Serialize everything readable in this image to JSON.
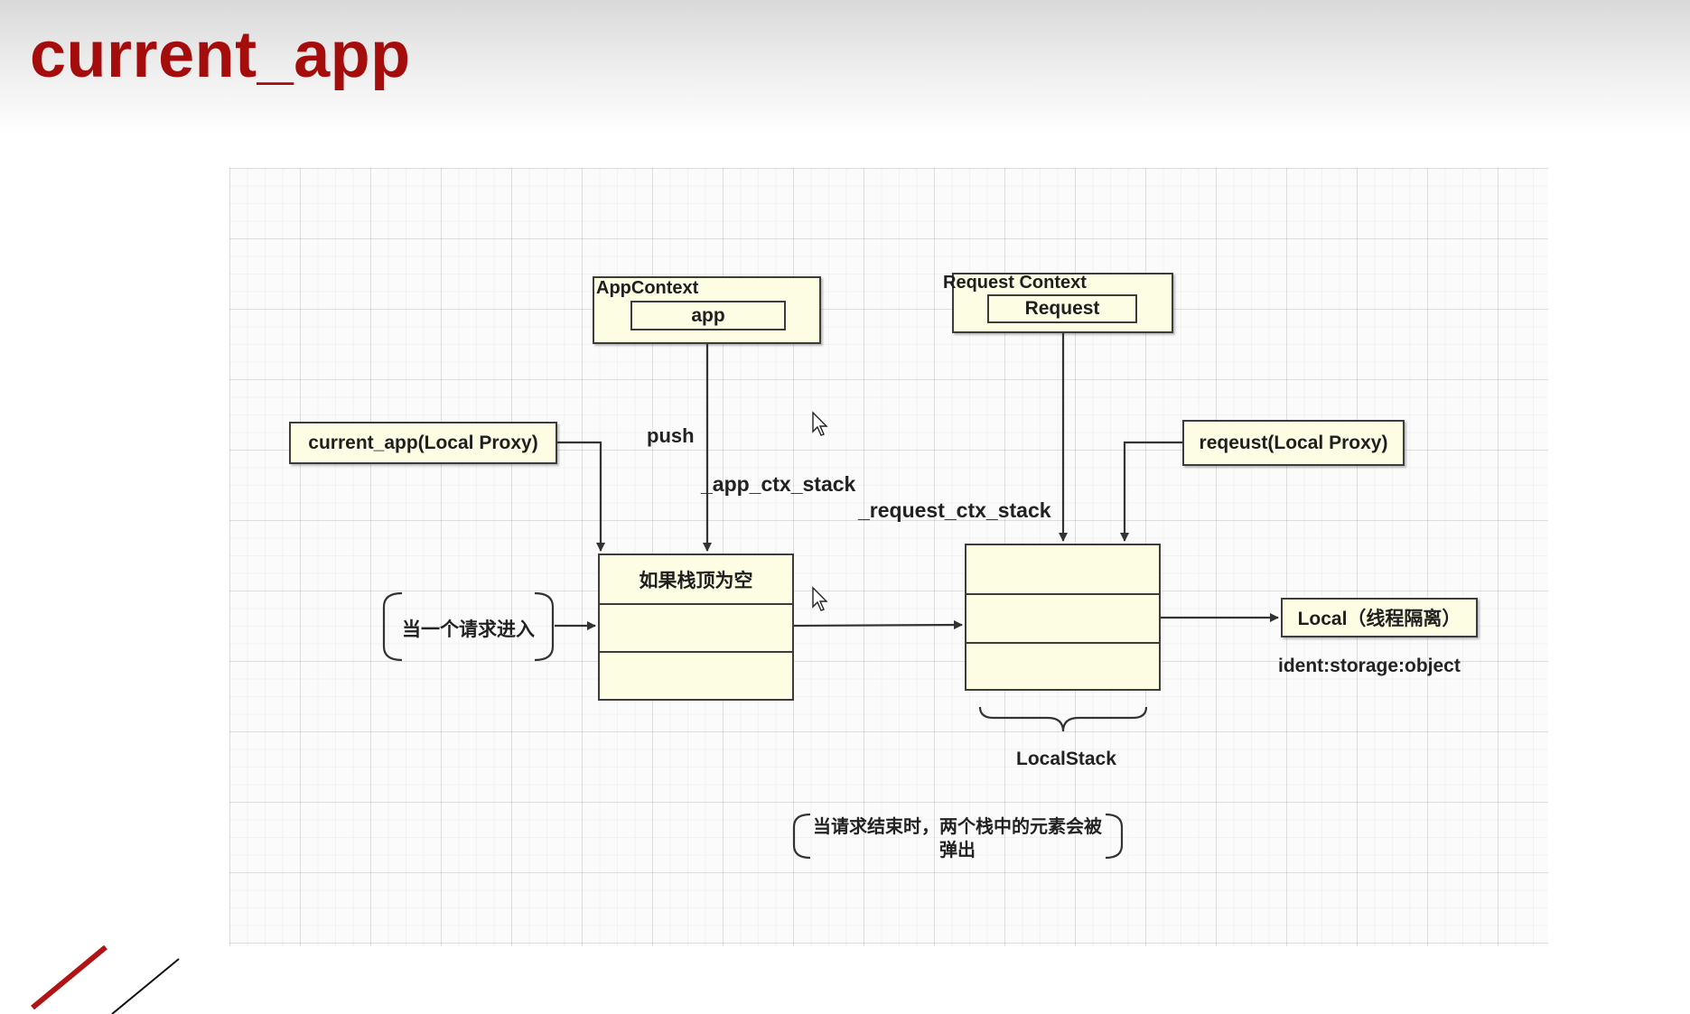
{
  "page": {
    "title": "current_app"
  },
  "diagram": {
    "app_context": {
      "title": "AppContext",
      "inner": "app"
    },
    "request_context": {
      "title": "Request Context",
      "inner": "Request"
    },
    "current_app_proxy": "current_app(Local Proxy)",
    "request_proxy": "reqeust(Local Proxy)",
    "push_label": "push",
    "app_ctx_stack_label": "_app_ctx_stack",
    "request_ctx_stack_label": "_request_ctx_stack",
    "app_stack_top": "如果栈顶为空",
    "request_enters": "当一个请求进入",
    "local_box": "Local（线程隔离）",
    "local_storage": "ident:storage:object",
    "localstack_label": "LocalStack",
    "request_end_note_line1": "当请求结束时，两个栈中的元素会被",
    "request_end_note_line2": "弹出"
  }
}
